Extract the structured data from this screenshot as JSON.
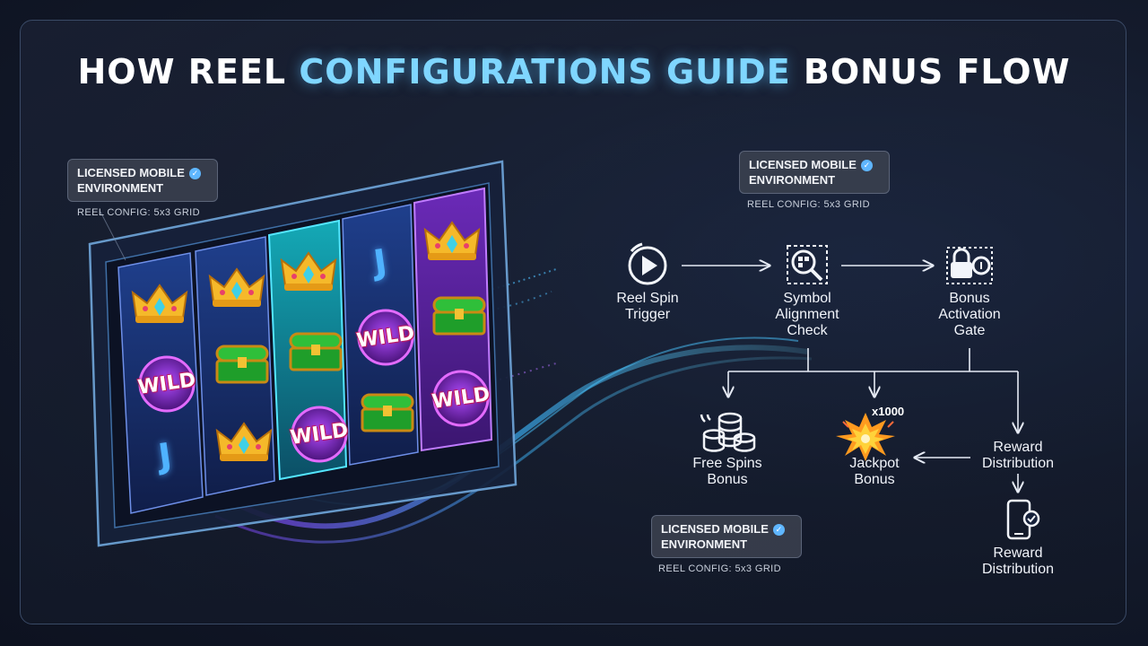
{
  "title": {
    "part1": "HOW REEL ",
    "part2": "CONFIGURATIONS GUIDE",
    "part3": " BONUS FLOW"
  },
  "badges": [
    {
      "line1": "LICENSED MOBILE",
      "line2": "ENVIRONMENT",
      "config": "REEL CONFIG: 5x3 GRID"
    },
    {
      "line1": "LICENSED MOBILE",
      "line2": "ENVIRONMENT",
      "config": "REEL CONFIG: 5x3 GRID"
    },
    {
      "line1": "LICENSED MOBILE",
      "line2": "ENVIRONMENT",
      "config": "REEL CONFIG: 5x3 GRID"
    }
  ],
  "reels": {
    "wild_label": "WILD",
    "j_label": "J",
    "columns": [
      [
        "crown",
        "wild",
        "j"
      ],
      [
        "crown",
        "chest",
        "crown"
      ],
      [
        "crown",
        "chest",
        "wild"
      ],
      [
        "j",
        "wild",
        "chest"
      ],
      [
        "crown",
        "chest",
        "wild"
      ]
    ]
  },
  "flow": {
    "reel_spin": {
      "line1": "Reel Spin",
      "line2": "Trigger",
      "icon": "play-icon"
    },
    "symbol_check": {
      "line1": "Symbol",
      "line2": "Alignment",
      "line3": "Check",
      "icon": "magnifier-grid-icon"
    },
    "bonus_gate": {
      "line1": "Bonus",
      "line2": "Activation",
      "line3": "Gate",
      "icon": "lock-icon"
    },
    "free_spins": {
      "line1": "Free Spins",
      "line2": "Bonus",
      "icon": "coin-stack-icon"
    },
    "jackpot": {
      "line1": "Jackpot",
      "line2": "Bonus",
      "multiplier": "x1000",
      "icon": "burst-icon"
    },
    "reward_dist": {
      "line1": "Reward",
      "line2": "Distribution"
    },
    "reward_final": {
      "line1": "Reward",
      "line2": "Distribution",
      "icon": "phone-check-icon"
    }
  },
  "colors": {
    "accent": "#7fd6ff",
    "badge_check": "#5fb6ff",
    "reel_purple": "#7a2fd0",
    "reel_teal": "#18b8c8",
    "reel_blue": "#2a4fb0"
  }
}
